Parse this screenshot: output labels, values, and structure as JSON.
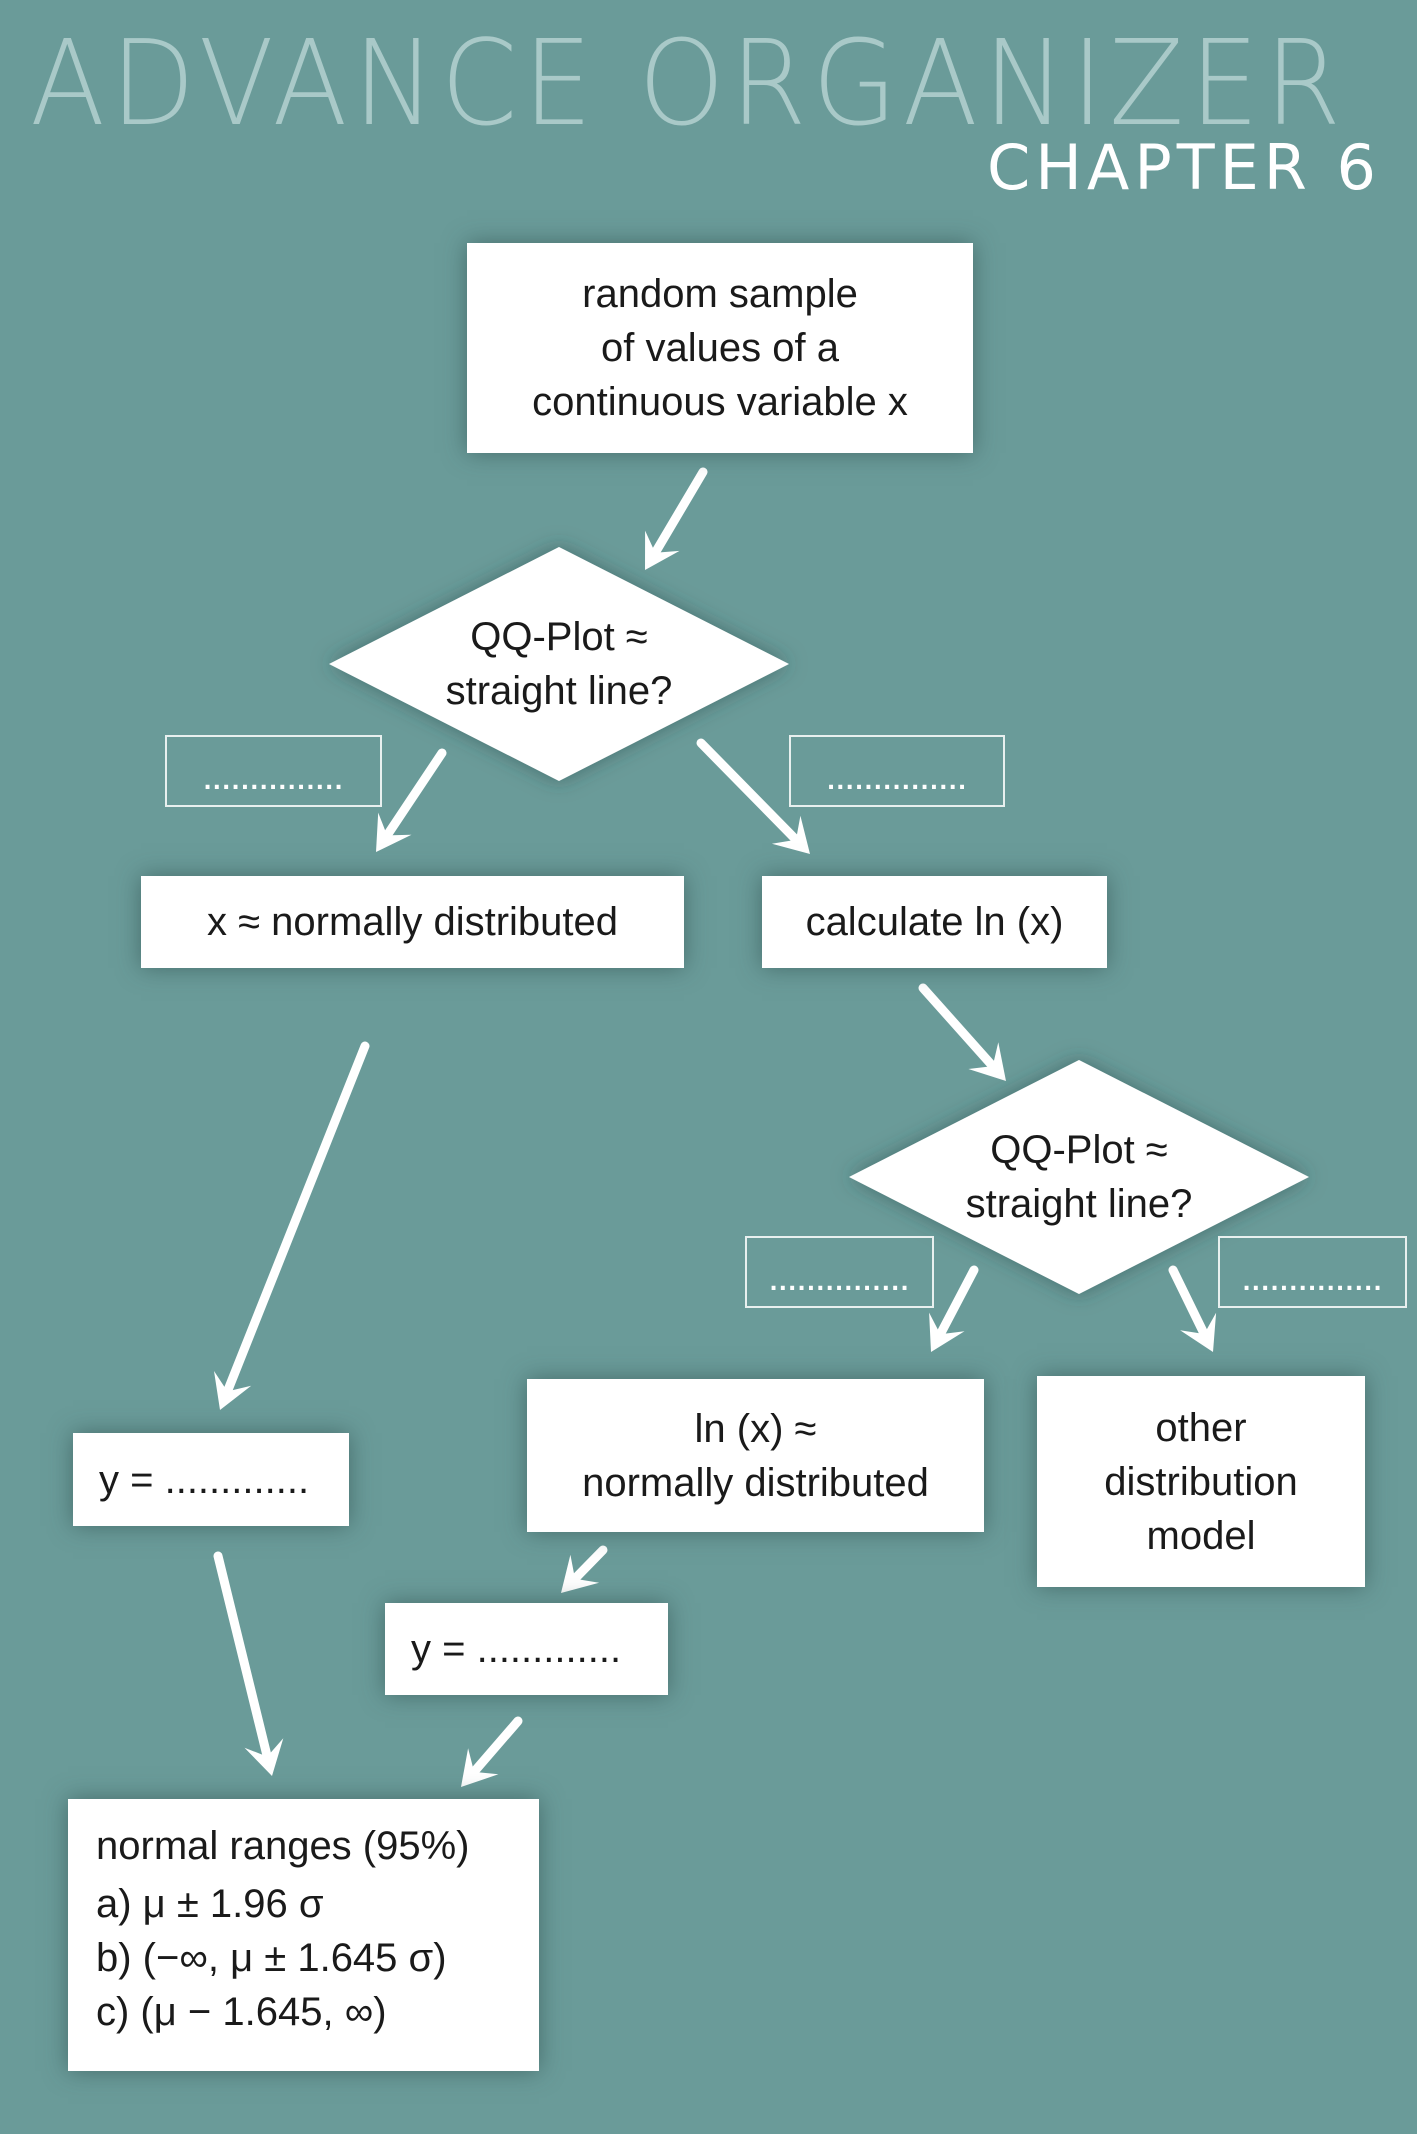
{
  "header": {
    "title": "ADVANCE ORGANIZER",
    "subtitle": "CHAPTER 6"
  },
  "colors": {
    "background": "#6a9b99",
    "title": "#a9c9c8",
    "node_fill": "#ffffff",
    "text": "#1a1a1a",
    "arrow": "#ffffff"
  },
  "flowchart": {
    "start": "random sample\nof values of a\ncontinuous variable x",
    "decision1": "QQ-Plot ≈\nstraight line?",
    "answer1_yes": "...............",
    "answer1_no": "...............",
    "normal_x": "x ≈ normally distributed",
    "calc_ln": "calculate ln (x)",
    "decision2": "QQ-Plot ≈\nstraight line?",
    "answer2_yes": "...............",
    "answer2_no": "...............",
    "ln_normal": "ln (x) ≈\nnormally distributed",
    "other_model": "other\ndistribution\nmodel",
    "y_left": "y = .............",
    "y_mid": "y = .............",
    "normal_ranges": {
      "heading": "normal ranges (95%)",
      "items": [
        "a) μ ± 1.96 σ",
        "b) (−∞, μ ± 1.645 σ)",
        "c) (μ − 1.645, ∞)"
      ]
    }
  }
}
